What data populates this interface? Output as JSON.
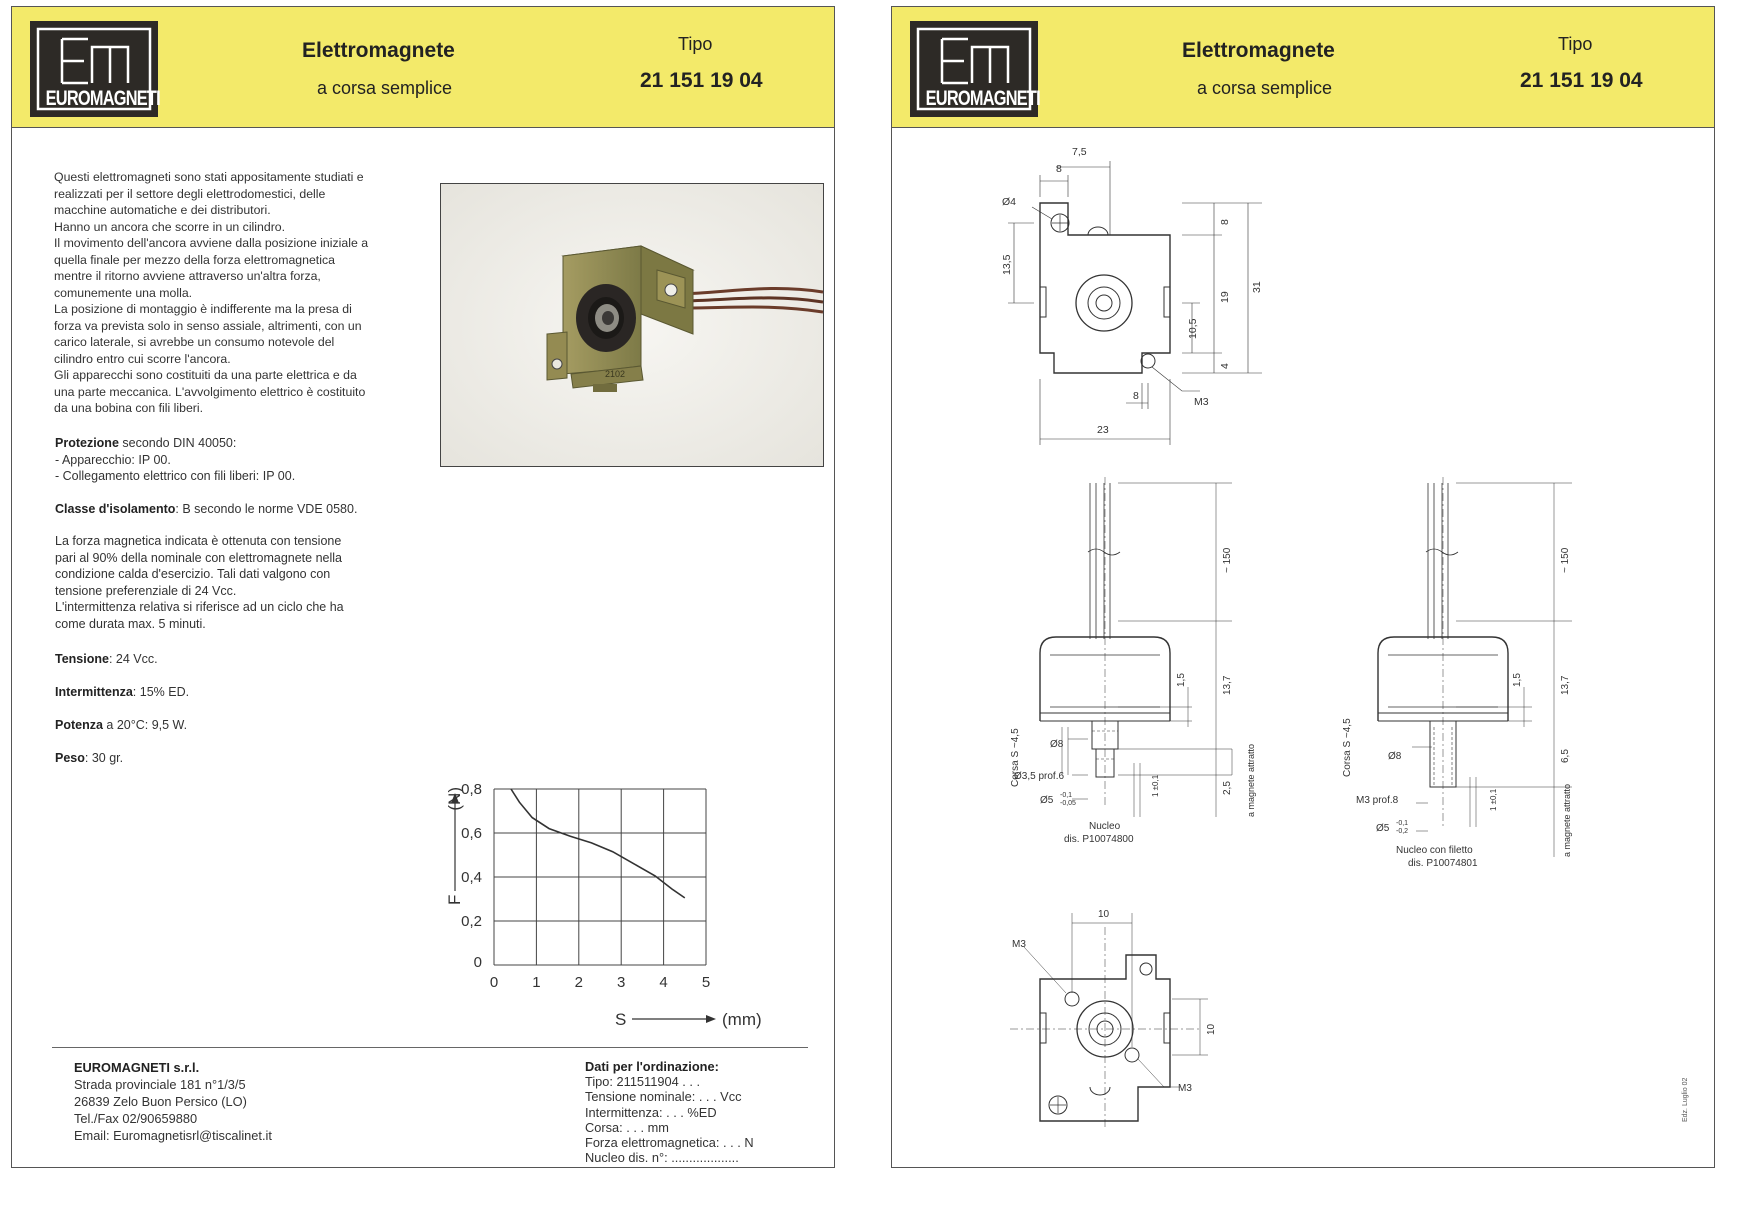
{
  "header": {
    "logo_text": "EUROMAGNETI",
    "title": "Elettromagnete",
    "subtitle": "a corsa semplice",
    "tipo_label": "Tipo",
    "code": "21 151 19 04"
  },
  "description": [
    "Questi elettromagneti sono stati appositamente studiati e",
    "realizzati per il settore degli elettrodomestici, delle",
    "macchine automatiche e dei distributori.",
    "Hanno un ancora che scorre in un cilindro.",
    "Il movimento dell'ancora avviene dalla posizione iniziale a",
    "quella finale per mezzo della forza elettromagnetica",
    "mentre il ritorno avviene attraverso un'altra forza,",
    "comunemente una molla.",
    "La posizione di montaggio è indifferente ma la presa di",
    "forza va prevista solo in senso assiale, altrimenti, con un",
    "carico laterale, si avrebbe un consumo notevole del",
    "cilindro entro cui scorre l'ancora.",
    "Gli apparecchi sono costituiti da una parte elettrica e da",
    "una parte meccanica. L'avvolgimento elettrico è costituito",
    "da una bobina con fili liberi."
  ],
  "protection": {
    "label": "Protezione",
    "text": " secondo DIN 40050:",
    "line1": "- Apparecchio: IP 00.",
    "line2": "- Collegamento elettrico con fili liberi: IP 00."
  },
  "insulation": {
    "label": "Classe d'isolamento",
    "text": ": B secondo le norme VDE 0580."
  },
  "force_note": [
    "La forza magnetica indicata è ottenuta con tensione",
    "pari al 90% della nominale con elettromagnete nella",
    "condizione calda d'esercizio. Tali dati valgono con",
    "tensione preferenziale di 24 Vcc.",
    "L'intermittenza relativa si riferisce ad un ciclo che ha",
    "come durata max. 5 minuti."
  ],
  "specs": {
    "tension_label": "Tensione",
    "tension_value": ": 24 Vcc.",
    "duty_label": "Intermittenza",
    "duty_value": ": 15% ED.",
    "power_label": "Potenza",
    "power_value": " a 20°C: 9,5 W.",
    "weight_label": "Peso",
    "weight_value": ": 30 gr."
  },
  "photo": {
    "part_marking": "2102"
  },
  "chart_data": {
    "type": "line",
    "x": [
      0.4,
      0.6,
      0.9,
      1.3,
      1.8,
      2.3,
      2.8,
      3.3,
      3.8,
      4.2,
      4.5
    ],
    "series": [
      {
        "values": [
          0.8,
          0.74,
          0.67,
          0.62,
          0.585,
          0.555,
          0.515,
          0.46,
          0.405,
          0.345,
          0.305
        ]
      }
    ],
    "xlabel": "S",
    "xunit": "(mm)",
    "ylabel": "F",
    "yunit": "(N)",
    "xlim": [
      0,
      5
    ],
    "ylim": [
      0,
      0.8
    ],
    "xticks": [
      "0",
      "1",
      "2",
      "3",
      "4",
      "5"
    ],
    "yticks": [
      "0",
      "0,2",
      "0,4",
      "0,6",
      "0,8"
    ],
    "grid": true
  },
  "company": {
    "name": "EUROMAGNETI s.r.l.",
    "address1": "Strada provinciale 181 n°1/3/5",
    "address2": "26839 Zelo Buon Persico (LO)",
    "phone": "Tel./Fax 02/90659880",
    "email": "Email: Euromagnetisrl@tiscalinet.it"
  },
  "order": {
    "title": "Dati per l'ordinazione:",
    "tipo": "Tipo: 211511904 . . .",
    "tension": "Tensione nominale: . . . Vcc",
    "duty": "Intermittenza: . . . %ED",
    "stroke": "Corsa: . . . mm",
    "force": "Forza elettromagnetica: . . . N",
    "core": "Nucleo dis. n°: ..................."
  },
  "drawing_labels": {
    "d_7_5": "7,5",
    "d_8_top": "8",
    "d_phi4": "Ø4",
    "d_13_5": "13,5",
    "d_8_right": "8",
    "d_19": "19",
    "d_31": "31",
    "d_10_5": "10,5",
    "d_4": "4",
    "d_8_bottom": "8",
    "m3": "M3",
    "d_23": "23",
    "d_150": "~ 150",
    "d_1_5": "1,5",
    "d_13_7": "13,7",
    "stroke": "Corsa S ~4,5",
    "phi8": "Ø8",
    "phi3_5": "Ø3,5 prof.6",
    "phi5": "Ø5",
    "tol1_hi": "-0,1",
    "tol1_lo": "-0,05",
    "d_2_5": "2,5",
    "tol_pm": "1 ±0,1",
    "attracted": "a magnete attratto",
    "core1_title": "Nucleo",
    "core1_dis": "dis. P10074800",
    "m3_prof": "M3 prof.8",
    "tol2_hi": "-0,1",
    "tol2_lo": "-0,2",
    "d_6_5": "6,5",
    "core2_title": "Nucleo con filetto",
    "core2_dis": "dis. P10074801",
    "d_10_top": "10",
    "d_10_right": "10",
    "m3_a": "M3",
    "m3_b": "M3"
  },
  "edit_note": "Edz. Luglio 02"
}
